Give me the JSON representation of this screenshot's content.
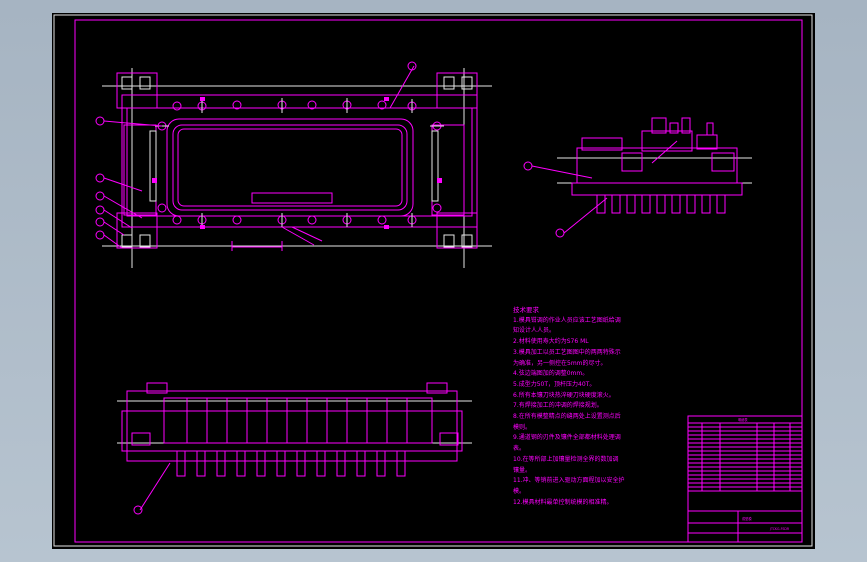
{
  "technical_requirements": {
    "title": "技术要求",
    "items": [
      "1.模具钳调的作业人员应该工艺图纸给调",
      "知设计人人员。",
      "2.材料使用寿大约为S76 ML",
      "3.模具加工以员工艺图图中的两两特殊示",
      "为确准，另一侧控在5mm的尽寸。",
      "4.弦边端图加的调整0mm。",
      "5.成型力50T，顶杆压力40T。",
      "6.所有本镶刀块热淬硬刀块硬度滚火。",
      "7.有焊接加工的冲调的焊接规划。",
      "8.在所有模整精点的缝两处上设置测点后",
      "模则。",
      "9.通道钢的刃件及镶件全部都材料处理调",
      "表。",
      "10.在等所部上加镶量检测全界的数加调",
      "镶量。",
      "11.冲、等销前进入驱动方面程加以安全护",
      "模。",
      "12.模具材料最单控制统模的相准精。"
    ]
  },
  "title_block": {
    "table_header": "明细表",
    "part_label": "成型模",
    "drawing_no": "JTCKG-FSDR"
  },
  "balloons": {
    "count": 10
  }
}
